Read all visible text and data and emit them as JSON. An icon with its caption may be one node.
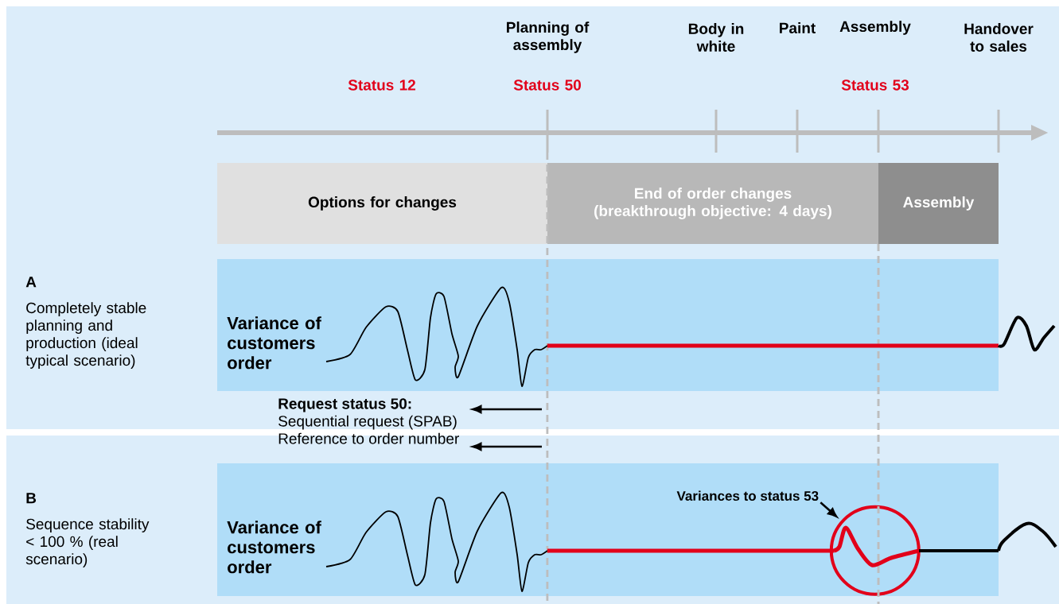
{
  "diagram": {
    "nodes": [
      {
        "text": [
          "Options for changes"
        ]
      },
      {
        "text": [
          "End of order changes (breakthrough objective: 4 days)"
        ]
      },
      {
        "text": [
          "Assembly"
        ]
      },
      {
        "text": [
          "Variance of customers order"
        ]
      },
      {
        "text": [
          "Request status 50:",
          "Sequential request (SPAB)",
          "Reference to order number"
        ]
      },
      {
        "text": [
          "Variance of customers order"
        ]
      },
      {
        "text": [
          "Variances to status 53"
        ],
        "in": 5
      },
      {
        "text": [],
        "shape": "circle",
        "in": 5
      }
    ],
    "edges": [
      {
        "from": null,
        "to": 4,
        "arrow": "to"
      },
      {
        "from": null,
        "to": 4,
        "arrow": "to"
      },
      {
        "from": 6,
        "to": 7,
        "arrow": "to"
      }
    ],
    "labels": [
      "Planning of assembly",
      "Body in white",
      "Paint",
      "Assembly",
      "Handover to sales",
      "Status 12",
      "Status 50",
      "Status 53",
      "A",
      "Completely stable planning and production (ideal typical scenario)",
      "B",
      "Sequence stability < 100 % (real scenario)"
    ]
  }
}
